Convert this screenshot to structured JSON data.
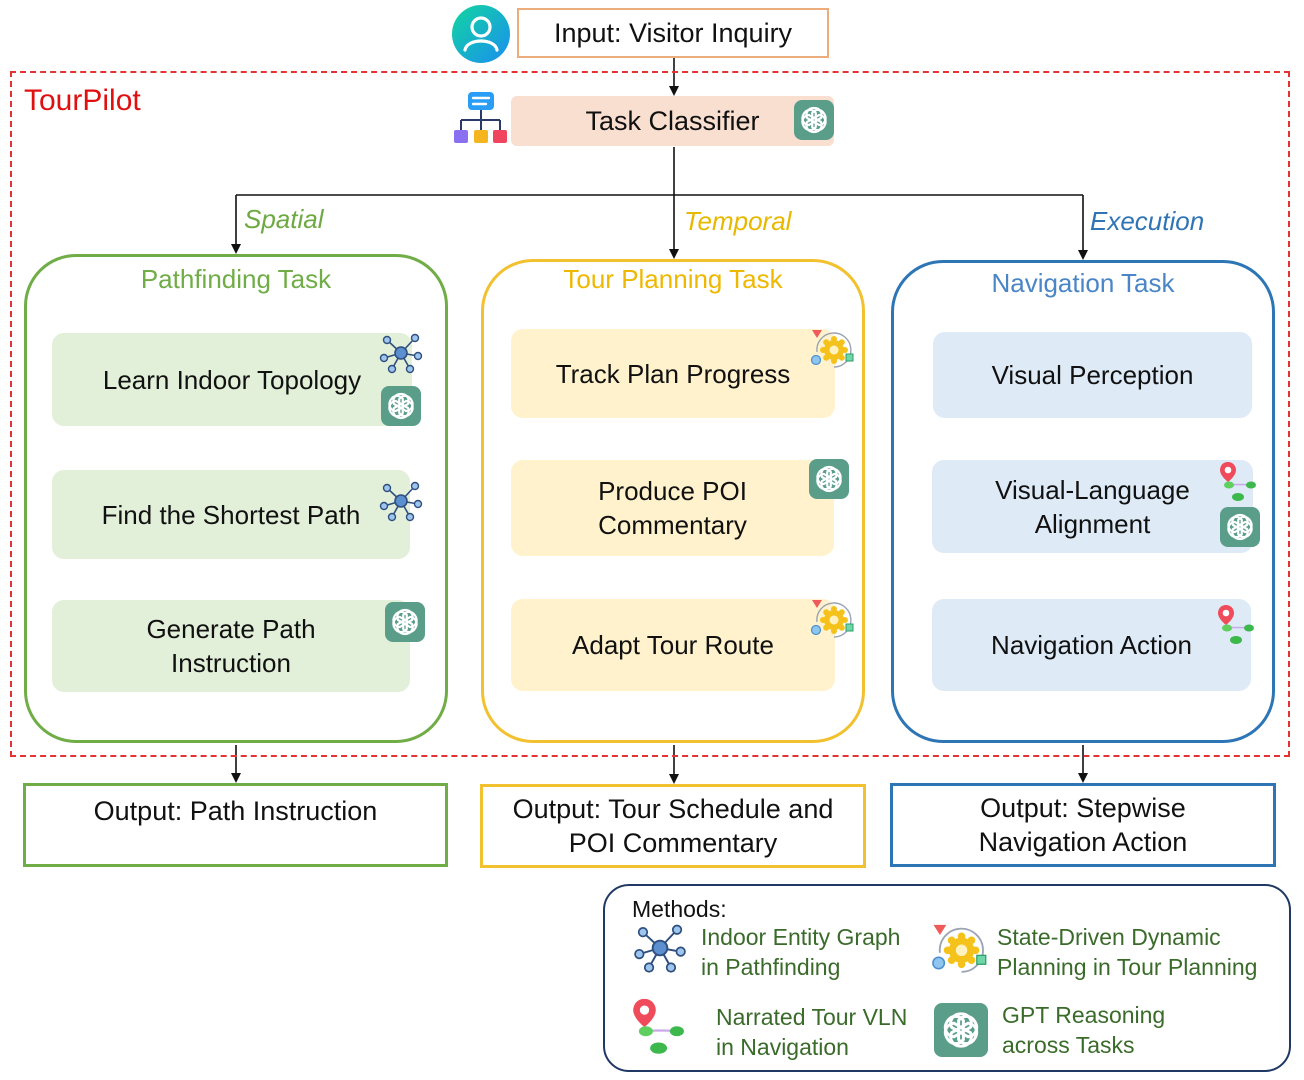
{
  "input": {
    "label": "Input: Visitor Inquiry"
  },
  "system": {
    "name": "TourPilot"
  },
  "classifier": {
    "label": "Task Classifier"
  },
  "branches": {
    "spatial": "Spatial",
    "temporal": "Temporal",
    "execution": "Execution"
  },
  "groups": {
    "pathfinding": {
      "title": "Pathfinding Task",
      "steps": [
        "Learn Indoor Topology",
        "Find the Shortest Path",
        "Generate Path\nInstruction"
      ],
      "output": "Output: Path Instruction"
    },
    "tour_planning": {
      "title": "Tour Planning Task",
      "steps": [
        "Track Plan Progress",
        "Produce POI\nCommentary",
        "Adapt Tour Route"
      ],
      "output": "Output: Tour Schedule and\nPOI Commentary"
    },
    "navigation": {
      "title": "Navigation Task",
      "steps": [
        "Visual Perception",
        "Visual-Language\nAlignment",
        "Navigation Action"
      ],
      "output": "Output:  Stepwise\nNavigation Action"
    }
  },
  "legend": {
    "title": "Methods:",
    "items": [
      {
        "icon": "graph-icon",
        "text": "Indoor Entity Graph\nin Pathfinding"
      },
      {
        "icon": "planning-icon",
        "text": "State-Driven Dynamic\nPlanning in Tour Planning"
      },
      {
        "icon": "map-pin-icon",
        "text": "Narrated Tour VLN\nin Navigation"
      },
      {
        "icon": "gpt-icon",
        "text": "GPT Reasoning\nacross Tasks"
      }
    ]
  },
  "colors": {
    "pathfinding": "#70ad47",
    "tour_planning": "#f2c130",
    "navigation": "#2e75b6",
    "system_frame": "#e53333"
  }
}
